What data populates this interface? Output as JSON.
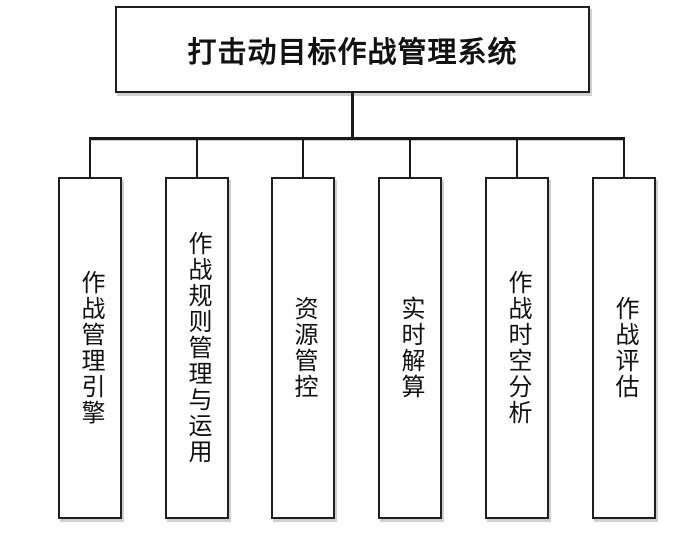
{
  "diagram": {
    "title": "打击动目标作战管理系统",
    "root": {
      "label": "打击动目标作战管理系统"
    },
    "children": [
      {
        "label": "作战管理引擎"
      },
      {
        "label": "作战规则管理与运用"
      },
      {
        "label": "资源管控"
      },
      {
        "label": "实时解算"
      },
      {
        "label": "作战时空分析"
      },
      {
        "label": "作战评估"
      }
    ],
    "colors": {
      "background": "#ffffff",
      "box_fill": "#ffffff",
      "border": "#1f1f1f",
      "line": "#1a1a1a",
      "text": "#111111"
    }
  }
}
